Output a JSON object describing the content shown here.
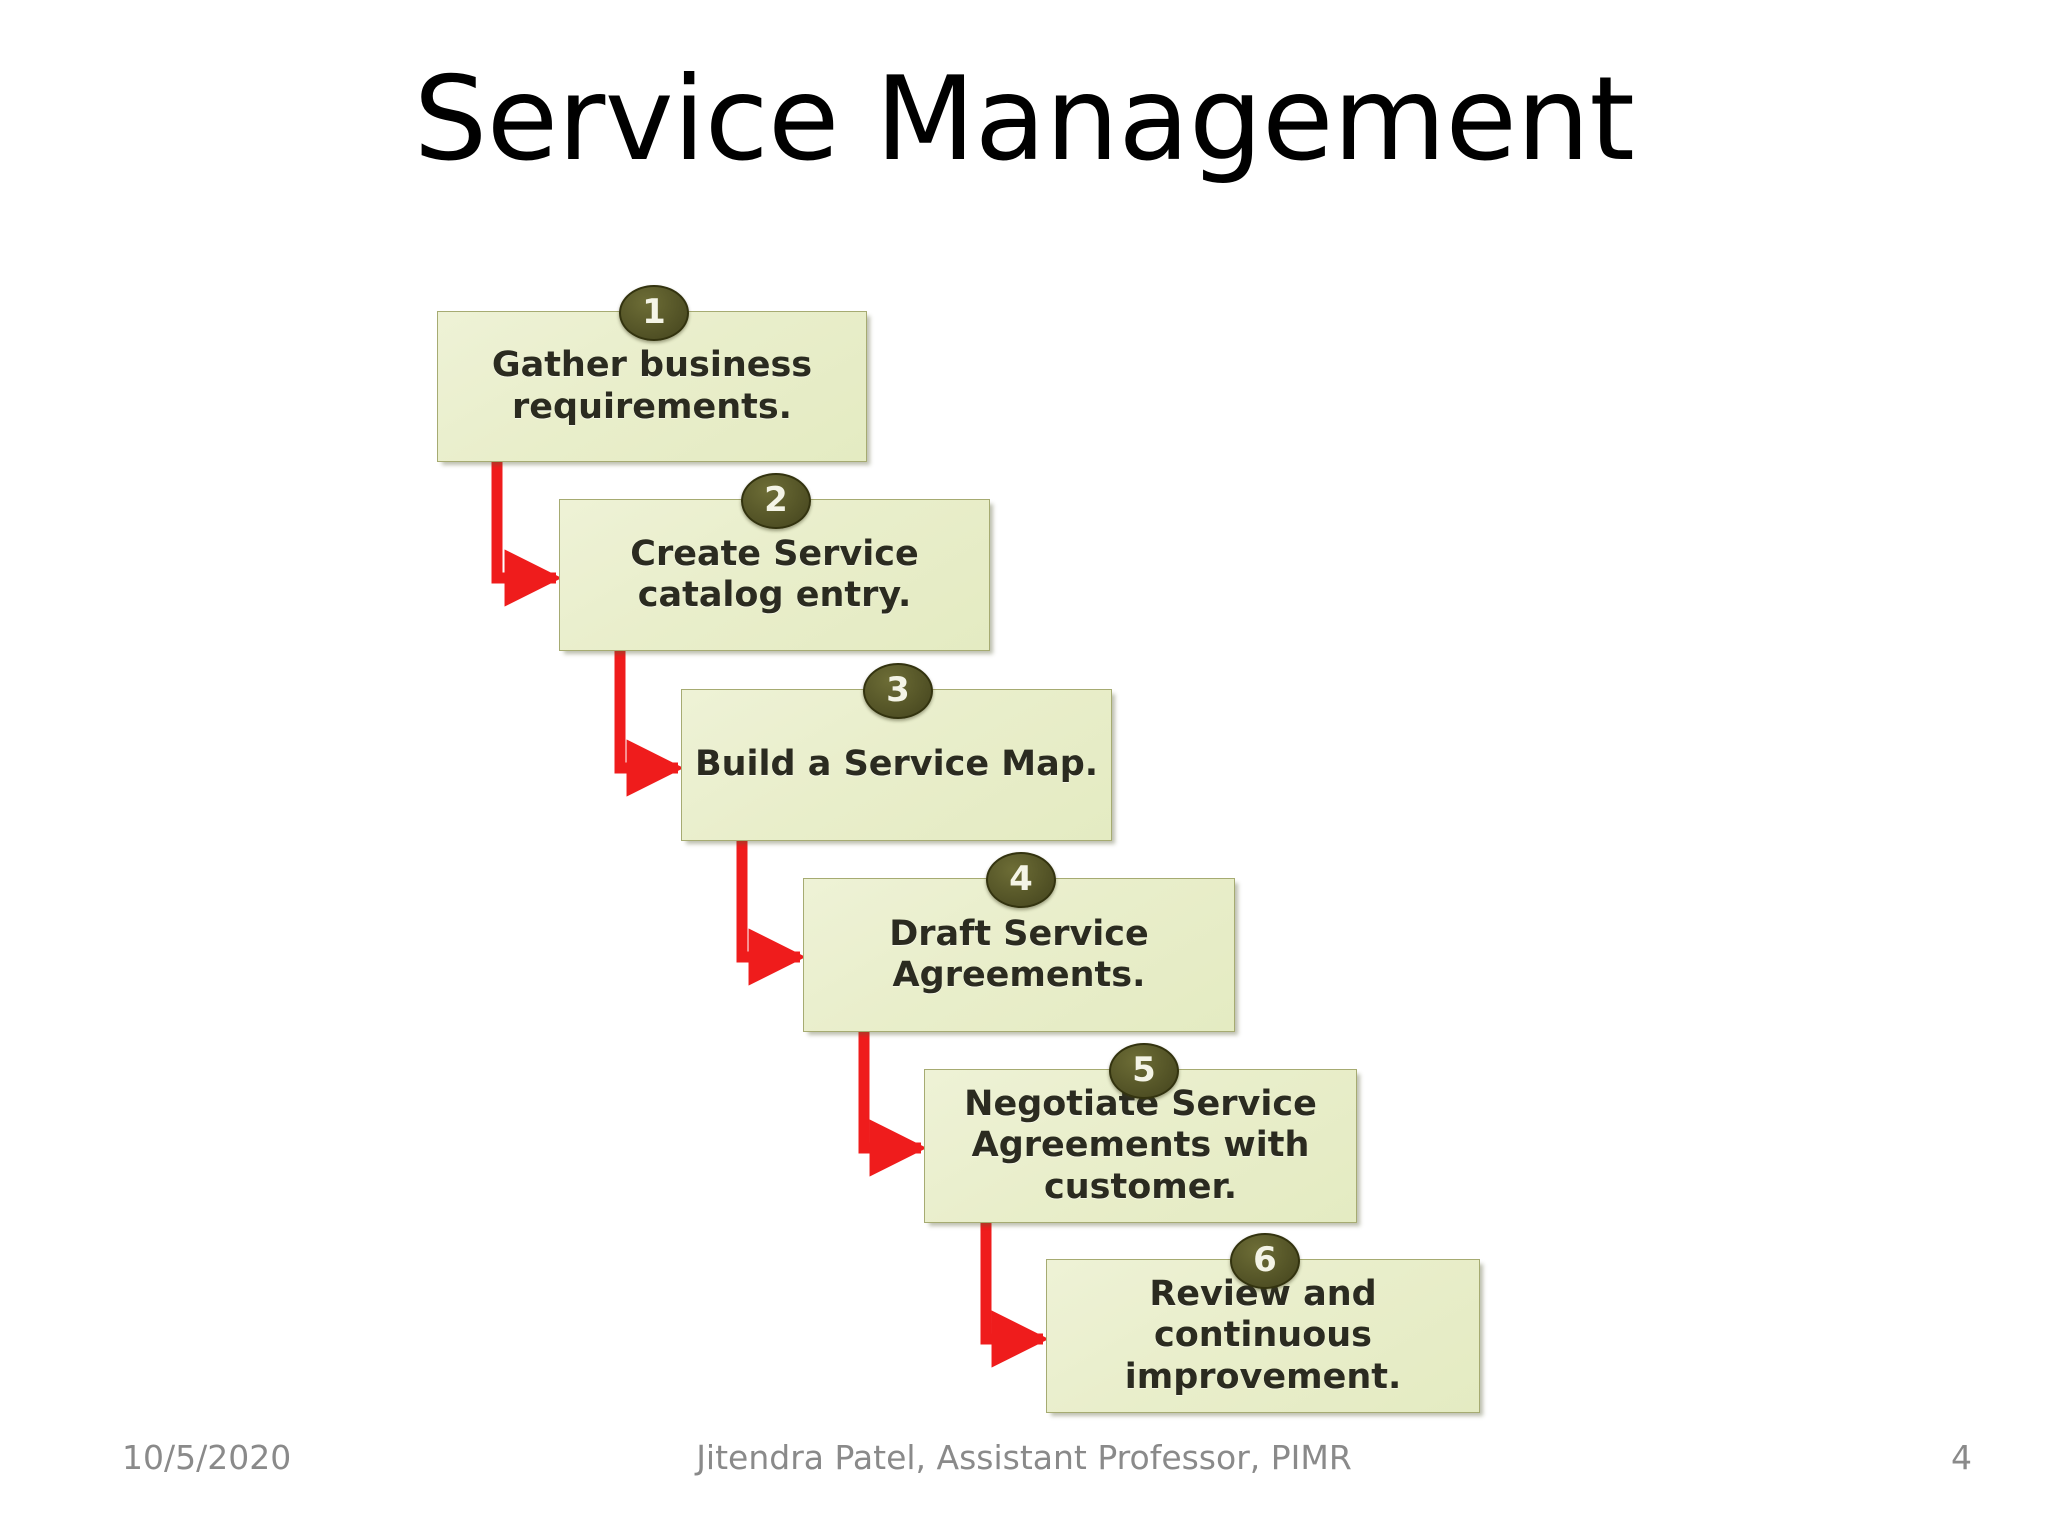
{
  "slide": {
    "title": "Service Management",
    "background_color": "#ffffff"
  },
  "diagram": {
    "type": "staircase-process-flow",
    "box_fill_color": "#e9eecb",
    "box_border_color": "#a6ab72",
    "badge_color": "#565628",
    "badge_text_color": "#f4f4e6",
    "connector_color": "#ef1c1c",
    "steps": [
      {
        "number": "1",
        "label": "Gather business\nrequirements."
      },
      {
        "number": "2",
        "label": "Create Service\ncatalog entry."
      },
      {
        "number": "3",
        "label": "Build a Service Map."
      },
      {
        "number": "4",
        "label": "Draft Service\nAgreements."
      },
      {
        "number": "5",
        "label": "Negotiate Service\nAgreements with\ncustomer."
      },
      {
        "number": "6",
        "label": "Review and\ncontinuous\nimprovement."
      }
    ]
  },
  "footer": {
    "date": "10/5/2020",
    "credit": "Jitendra Patel, Assistant Professor, PIMR",
    "page_number": "4"
  }
}
